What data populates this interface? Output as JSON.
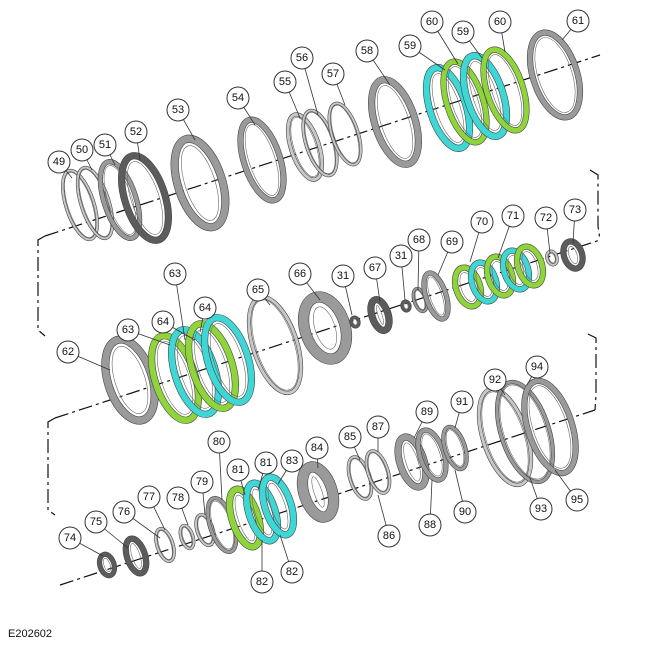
{
  "figure_id": "E202602",
  "colors": {
    "green": "#8fd43a",
    "cyan": "#3fd6d6",
    "gray_light": "#c8c8c8",
    "gray_mid": "#9a9a9a",
    "gray_dark": "#5c5c5c"
  },
  "callout_labels": [
    "49",
    "50",
    "51",
    "52",
    "53",
    "54",
    "55",
    "56",
    "57",
    "58",
    "59",
    "60",
    "59",
    "60",
    "61",
    "62",
    "63",
    "64",
    "63",
    "64",
    "65",
    "66",
    "31",
    "67",
    "31",
    "68",
    "69",
    "70",
    "71",
    "72",
    "73",
    "74",
    "75",
    "76",
    "77",
    "78",
    "79",
    "80",
    "81",
    "81",
    "83",
    "82",
    "82",
    "84",
    "85",
    "87",
    "86",
    "89",
    "88",
    "91",
    "90",
    "92",
    "94",
    "93",
    "95"
  ]
}
